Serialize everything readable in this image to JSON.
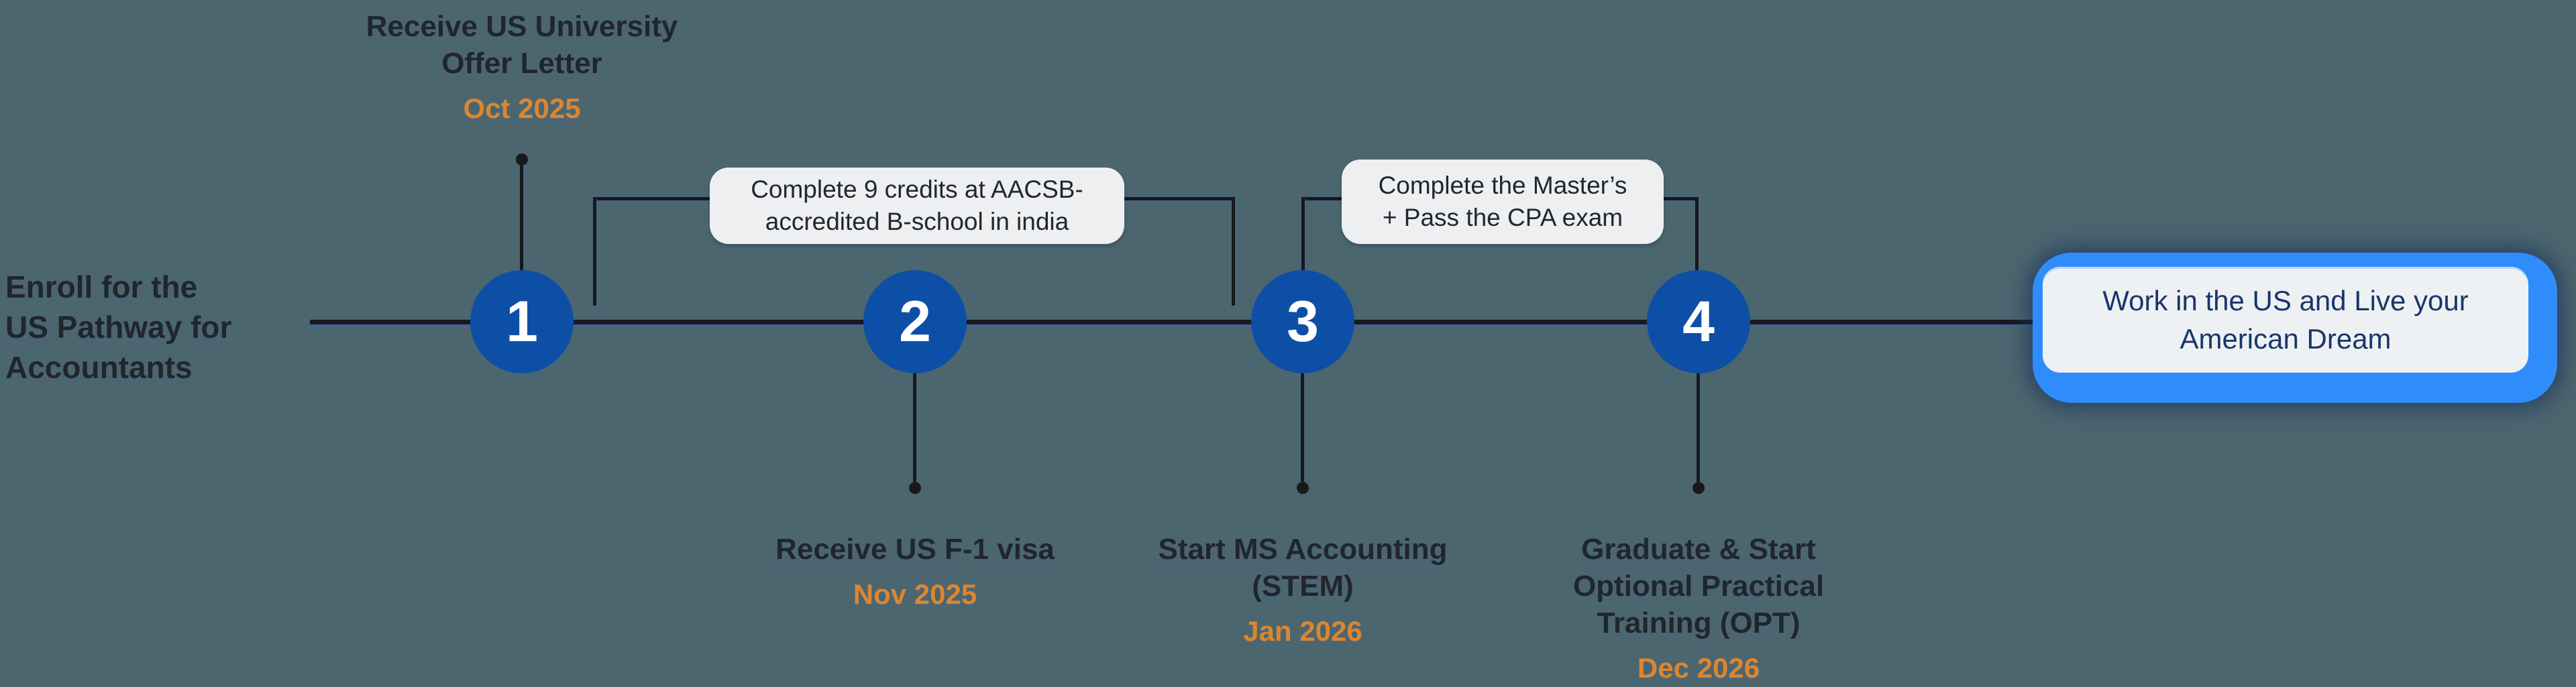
{
  "colors": {
    "background": "#4c666f",
    "node_blue": "#0d4fa7",
    "date_orange": "#dd862d",
    "line_dark": "#17191d",
    "callout_bg": "#edeff0",
    "title_dark": "#20262c",
    "outcome_border_blue": "#2f8cfb",
    "outcome_bg": "#eef1f3",
    "outcome_text_navy": "#19366b"
  },
  "intro_label": {
    "lines": [
      "Enroll for the",
      "US Pathway for",
      "Accountants"
    ]
  },
  "milestones": [
    {
      "number": "1",
      "title_lines": [
        "Receive US University",
        "Offer Letter"
      ],
      "date": "Oct 2025",
      "label_position": "above"
    },
    {
      "number": "2",
      "title_lines": [
        "Receive US F-1 visa"
      ],
      "date": "Nov 2025",
      "label_position": "below"
    },
    {
      "number": "3",
      "title_lines": [
        "Start MS Accounting",
        "(STEM)"
      ],
      "date": "Jan 2026",
      "label_position": "below"
    },
    {
      "number": "4",
      "title_lines": [
        "Graduate & Start",
        "Optional Practical",
        "Training (OPT)"
      ],
      "date": "Dec 2026",
      "label_position": "below"
    }
  ],
  "callouts": [
    {
      "lines": [
        "Complete 9 credits at AACSB-",
        "accredited B-school in india"
      ],
      "spans": "between step 1 and step 3"
    },
    {
      "lines": [
        "Complete the Master’s",
        "+ Pass the CPA exam"
      ],
      "spans": "between step 3 and step 4"
    }
  ],
  "outcome_box": {
    "lines": [
      "Work in the US and Live your",
      "American Dream"
    ]
  }
}
